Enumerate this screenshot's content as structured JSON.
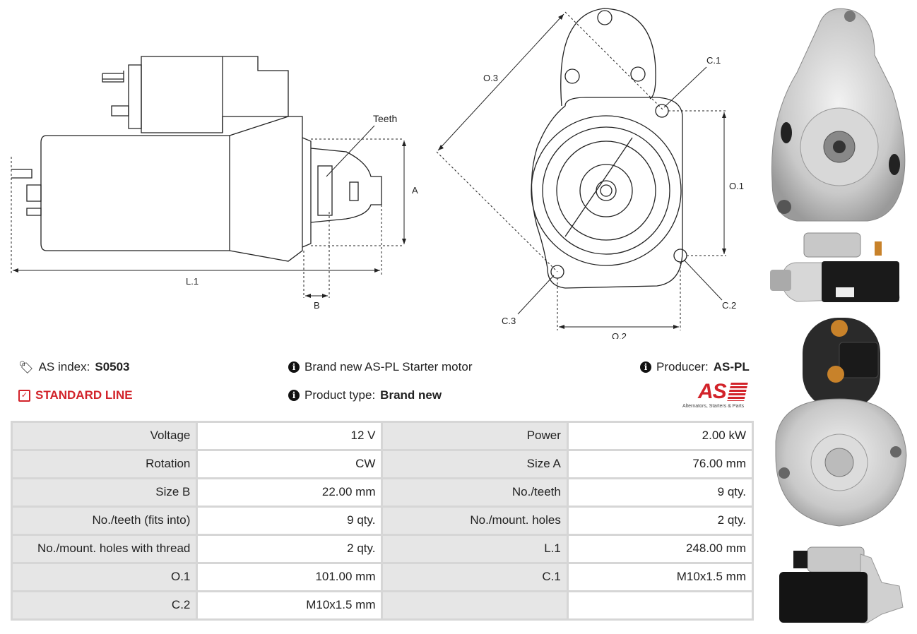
{
  "drawing": {
    "labels": {
      "teeth": "Teeth",
      "a": "A",
      "l1": "L.1",
      "b": "B",
      "o3": "O.3",
      "c1": "C.1",
      "o1": "O.1",
      "c2": "C.2",
      "c3": "C.3",
      "o2": "O.2"
    }
  },
  "info": {
    "as_index_label": "AS index:",
    "as_index_value": "S0503",
    "line": "STANDARD LINE",
    "description": "Brand new AS-PL Starter motor",
    "product_type_label": "Product type:",
    "product_type_value": "Brand new",
    "producer_label": "Producer:",
    "producer_value": "AS-PL"
  },
  "logo": {
    "text": "AS",
    "tagline": "Alternators, Starters & Parts",
    "color": "#d2232a"
  },
  "specs": [
    [
      "Voltage",
      "12 V",
      "Power",
      "2.00 kW"
    ],
    [
      "Rotation",
      "CW",
      "Size A",
      "76.00 mm"
    ],
    [
      "Size B",
      "22.00 mm",
      "No./teeth",
      "9 qty."
    ],
    [
      "No./teeth (fits into)",
      "9 qty.",
      "No./mount. holes",
      "2 qty."
    ],
    [
      "No./mount. holes with thread",
      "2 qty.",
      "L.1",
      "248.00 mm"
    ],
    [
      "O.1",
      "101.00 mm",
      "C.1",
      "M10x1.5 mm"
    ],
    [
      "C.2",
      "M10x1.5 mm",
      "",
      ""
    ]
  ]
}
